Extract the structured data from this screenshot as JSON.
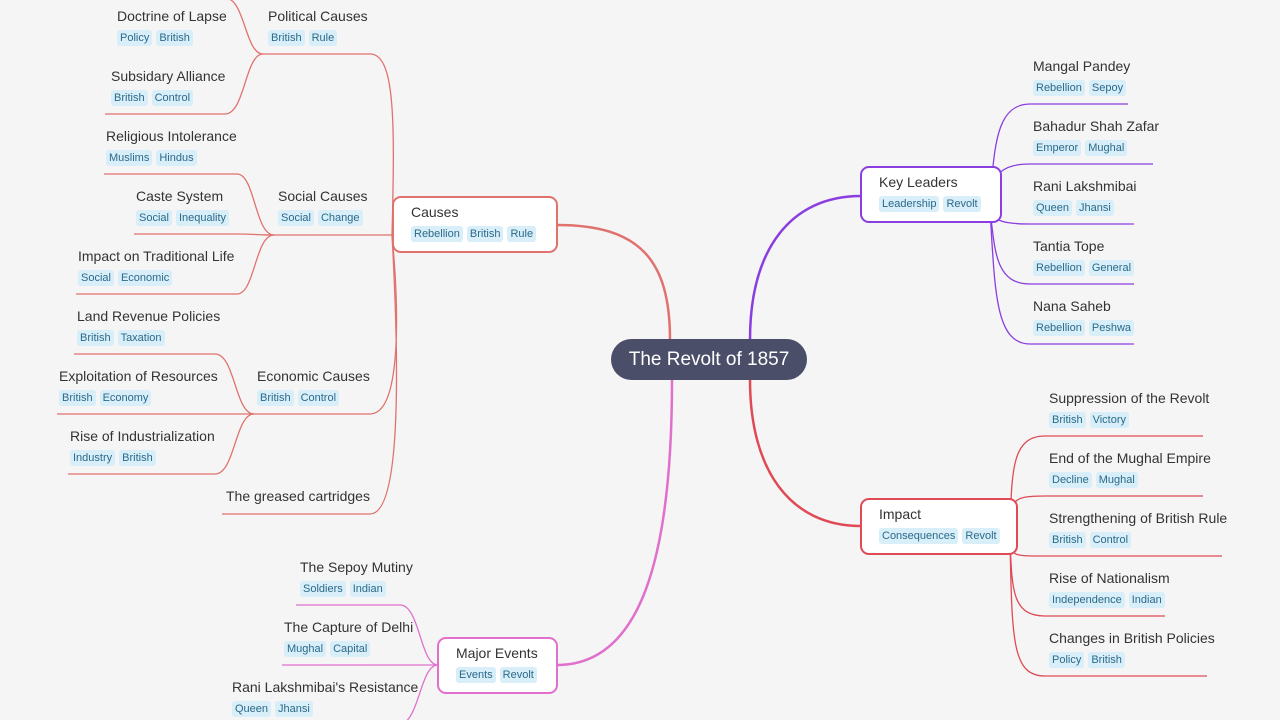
{
  "colors": {
    "causes": "#e0726e",
    "leaders": "#8a3ee0",
    "impact": "#e04a55",
    "events": "#e070cc",
    "root": "#4a4e69"
  },
  "root": {
    "label": "The Revolt of 1857"
  },
  "causes": {
    "label": "Causes",
    "tags": [
      "Rebellion",
      "British",
      "Rule"
    ]
  },
  "political": {
    "label": "Political Causes",
    "tags": [
      "British",
      "Rule"
    ]
  },
  "doctrine": {
    "label": "Doctrine of Lapse",
    "tags": [
      "Policy",
      "British"
    ]
  },
  "subsidiary": {
    "label": "Subsidary Alliance",
    "tags": [
      "British",
      "Control"
    ]
  },
  "social": {
    "label": "Social Causes",
    "tags": [
      "Social",
      "Change"
    ]
  },
  "religious": {
    "label": "Religious Intolerance",
    "tags": [
      "Muslims",
      "Hindus"
    ]
  },
  "caste": {
    "label": "Caste System",
    "tags": [
      "Social",
      "Inequality"
    ]
  },
  "traditional": {
    "label": "Impact on Traditional Life",
    "tags": [
      "Social",
      "Economic"
    ]
  },
  "economic": {
    "label": "Economic Causes",
    "tags": [
      "British",
      "Control"
    ]
  },
  "land": {
    "label": "Land Revenue Policies",
    "tags": [
      "British",
      "Taxation"
    ]
  },
  "exploitation": {
    "label": "Exploitation of Resources",
    "tags": [
      "British",
      "Economy"
    ]
  },
  "industrial": {
    "label": "Rise of Industrialization",
    "tags": [
      "Industry",
      "British"
    ]
  },
  "greased": {
    "label": "The greased cartridges"
  },
  "events": {
    "label": "Major Events",
    "tags": [
      "Events",
      "Revolt"
    ]
  },
  "sepoy": {
    "label": "The Sepoy Mutiny",
    "tags": [
      "Soldiers",
      "Indian"
    ]
  },
  "delhi": {
    "label": "The Capture of Delhi",
    "tags": [
      "Mughal",
      "Capital"
    ]
  },
  "rani_res": {
    "label": "Rani Lakshmibai's Resistance",
    "tags": [
      "Queen",
      "Jhansi"
    ]
  },
  "leaders": {
    "label": "Key Leaders",
    "tags": [
      "Leadership",
      "Revolt"
    ]
  },
  "mangal": {
    "label": "Mangal Pandey",
    "tags": [
      "Rebellion",
      "Sepoy"
    ]
  },
  "bahadur": {
    "label": "Bahadur Shah Zafar",
    "tags": [
      "Emperor",
      "Mughal"
    ]
  },
  "rani": {
    "label": "Rani Lakshmibai",
    "tags": [
      "Queen",
      "Jhansi"
    ]
  },
  "tantia": {
    "label": "Tantia Tope",
    "tags": [
      "Rebellion",
      "General"
    ]
  },
  "nana": {
    "label": "Nana Saheb",
    "tags": [
      "Rebellion",
      "Peshwa"
    ]
  },
  "impact": {
    "label": "Impact",
    "tags": [
      "Consequences",
      "Revolt"
    ]
  },
  "suppression": {
    "label": "Suppression of the Revolt",
    "tags": [
      "British",
      "Victory"
    ]
  },
  "mughal_end": {
    "label": "End of the Mughal Empire",
    "tags": [
      "Decline",
      "Mughal"
    ]
  },
  "strengthening": {
    "label": "Strengthening of British Rule",
    "tags": [
      "British",
      "Control"
    ]
  },
  "nationalism": {
    "label": "Rise of Nationalism",
    "tags": [
      "Independence",
      "Indian"
    ]
  },
  "policies": {
    "label": "Changes in British Policies",
    "tags": [
      "Policy",
      "British"
    ]
  }
}
